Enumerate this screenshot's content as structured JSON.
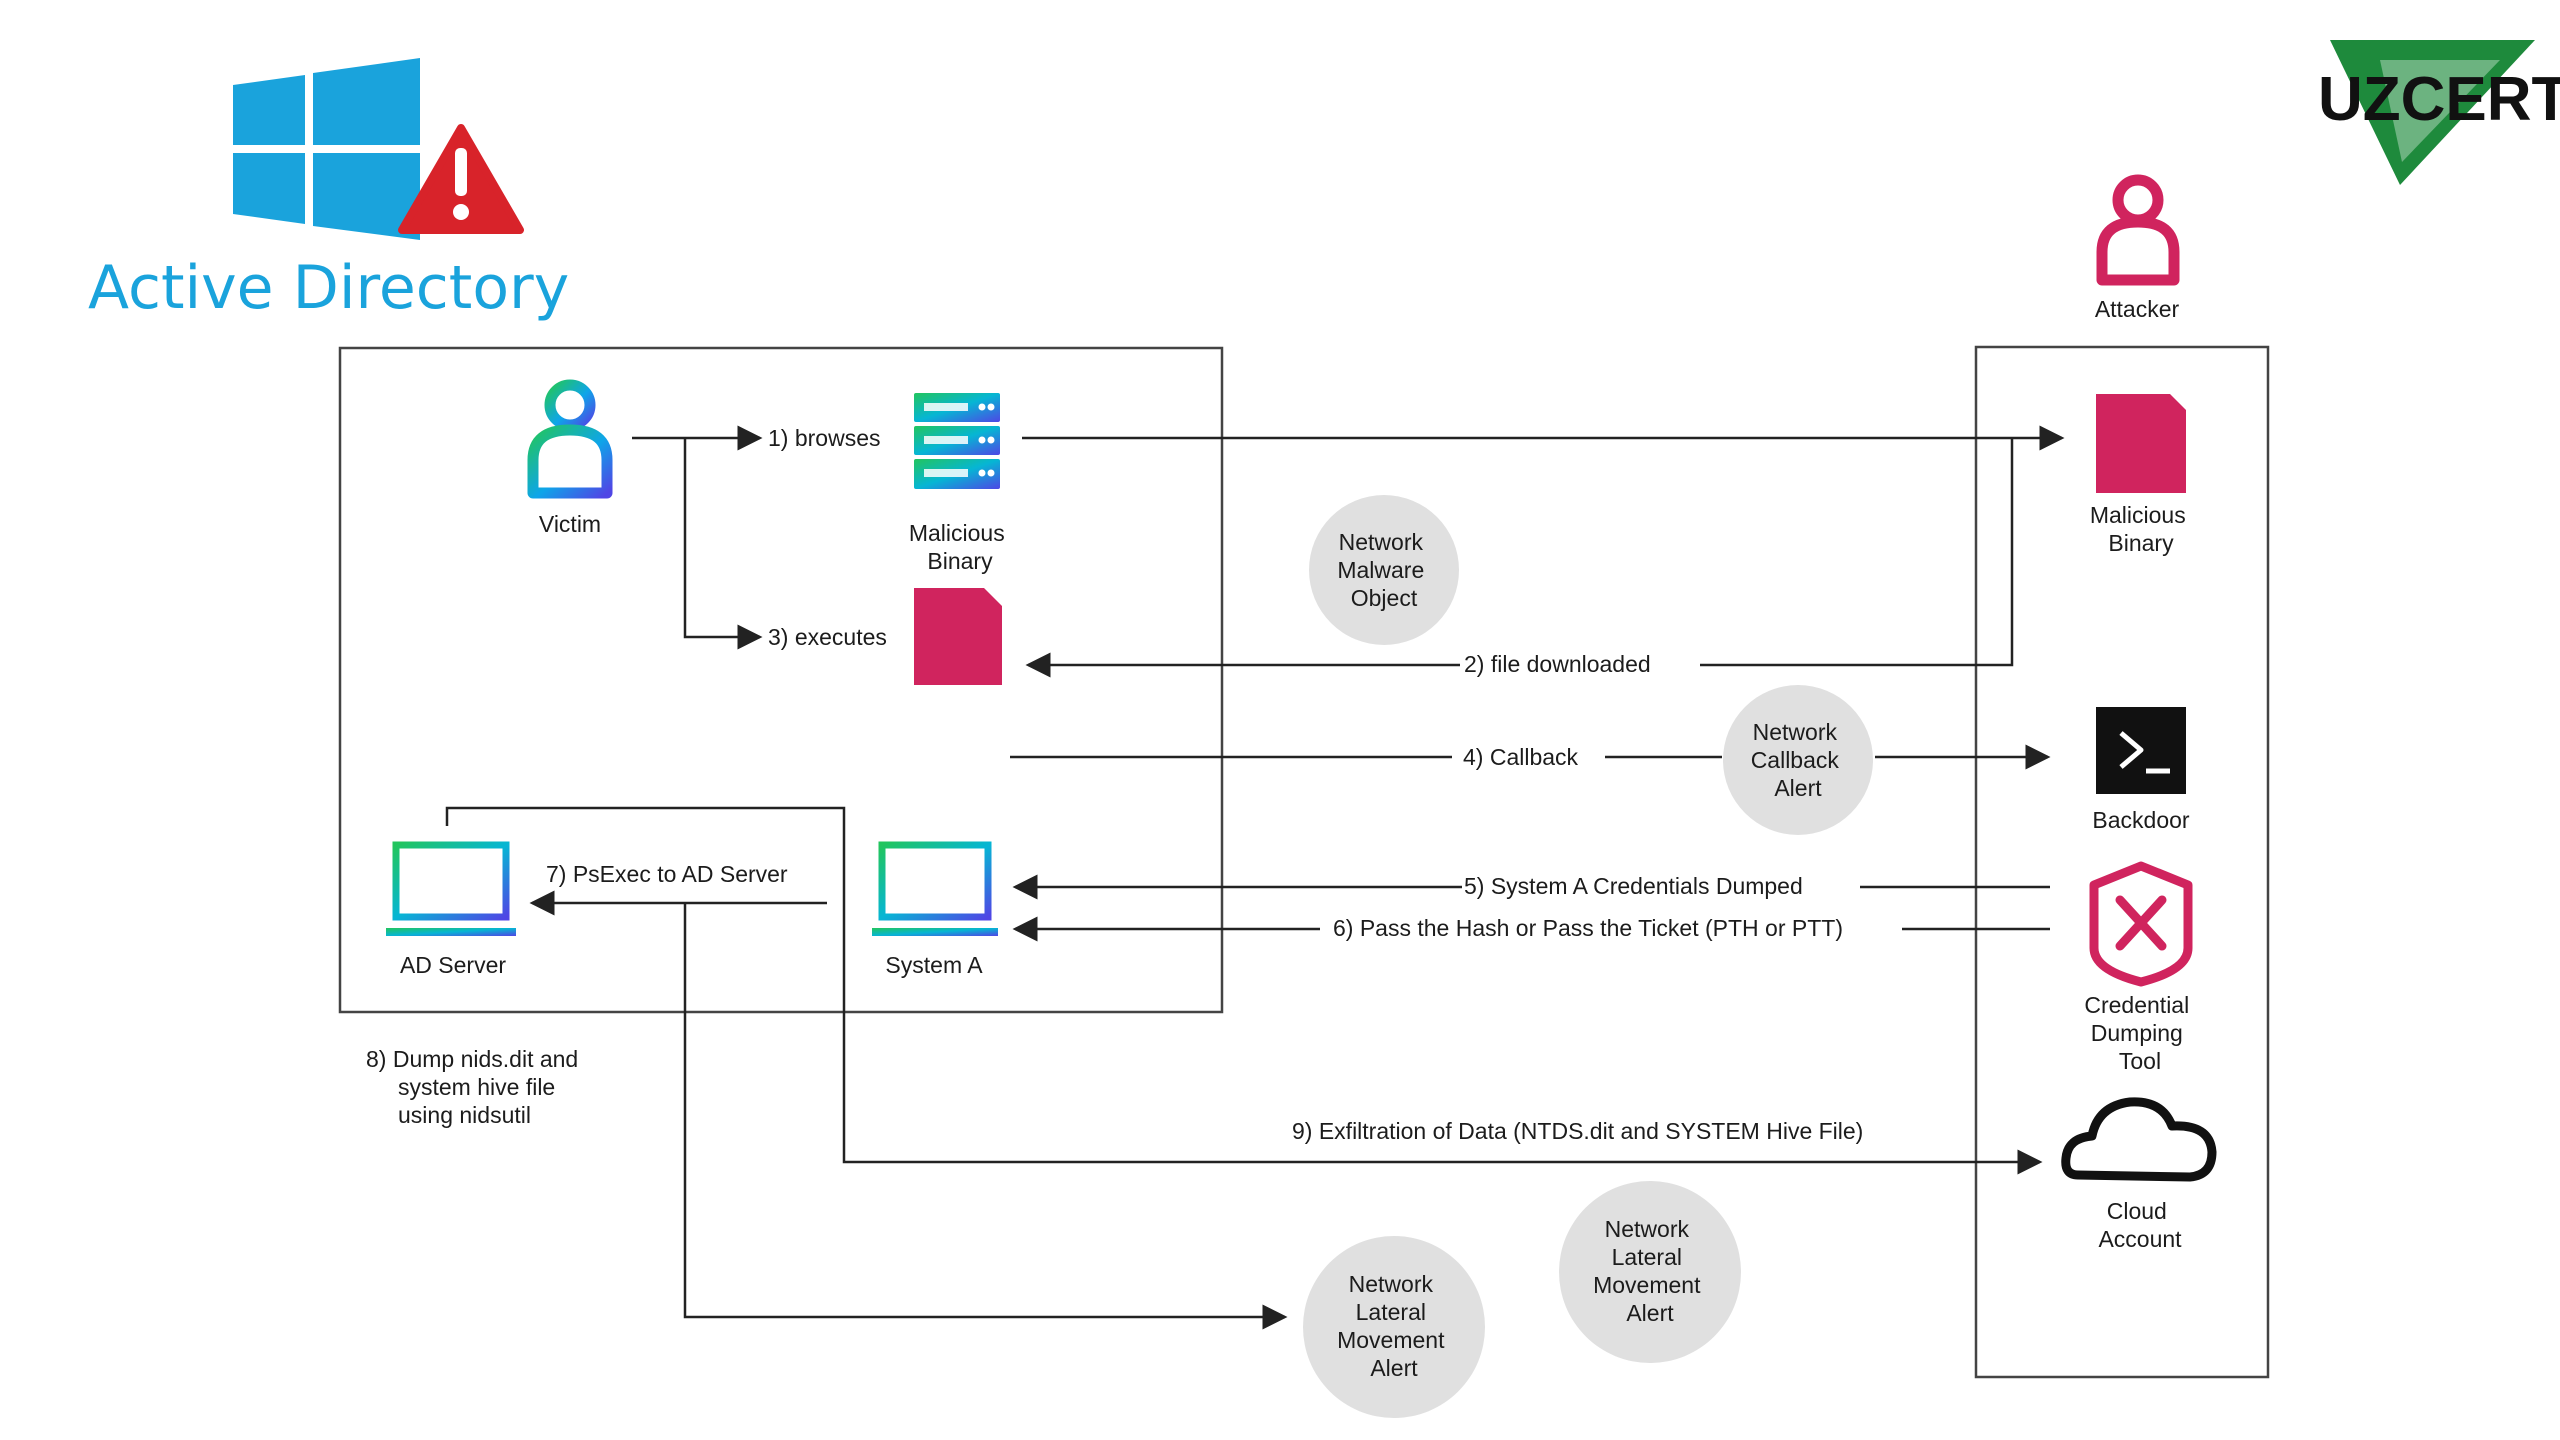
{
  "branding": {
    "ad_title": "Active Directory",
    "org_logo_text": "UZCERT",
    "colors": {
      "windows_blue": "#1aa3dc",
      "warning_red": "#d8232a",
      "uzcert_green": "#1e8a3c",
      "magenta": "#d0245e"
    }
  },
  "nodes": {
    "victim": "Victim",
    "malicious_binary_left": [
      "Malicious",
      "Binary"
    ],
    "ad_server": "AD Server",
    "system_a": "System A",
    "attacker": "Attacker",
    "malicious_binary_right": [
      "Malicious",
      "Binary"
    ],
    "backdoor": "Backdoor",
    "credential_tool": [
      "Credential",
      "Dumping",
      "Tool"
    ],
    "cloud_account": [
      "Cloud",
      "Account"
    ]
  },
  "steps": {
    "s1": "1) browses",
    "s2": "2) file downloaded",
    "s3": "3) executes",
    "s4": "4) Callback",
    "s5": "5) System A Credentials Dumped",
    "s6": "6) Pass the Hash or Pass the Ticket (PTH or PTT)",
    "s7": "7) PsExec to AD Server",
    "s8": [
      "8) Dump nids.dit and",
      "system hive file",
      "using nidsutil"
    ],
    "s9": "9) Exfiltration of Data (NTDS.dit and SYSTEM Hive File)"
  },
  "alerts": {
    "malware": [
      "Network",
      "Malware",
      "Object"
    ],
    "callback": [
      "Network",
      "Callback",
      "Alert"
    ],
    "lateral_1": [
      "Network",
      "Lateral",
      "Movement",
      "Alert"
    ],
    "lateral_2": [
      "Network",
      "Lateral",
      "Movement",
      "Alert"
    ]
  },
  "icons": {
    "victim": "user-gradient-icon",
    "server": "server-stack-icon",
    "file": "file-icon",
    "laptop": "laptop-icon",
    "attacker": "user-magenta-icon",
    "terminal": "terminal-icon",
    "shield": "shield-x-icon",
    "cloud": "cloud-icon",
    "windows": "windows-logo-icon",
    "warning": "warning-triangle-icon"
  }
}
